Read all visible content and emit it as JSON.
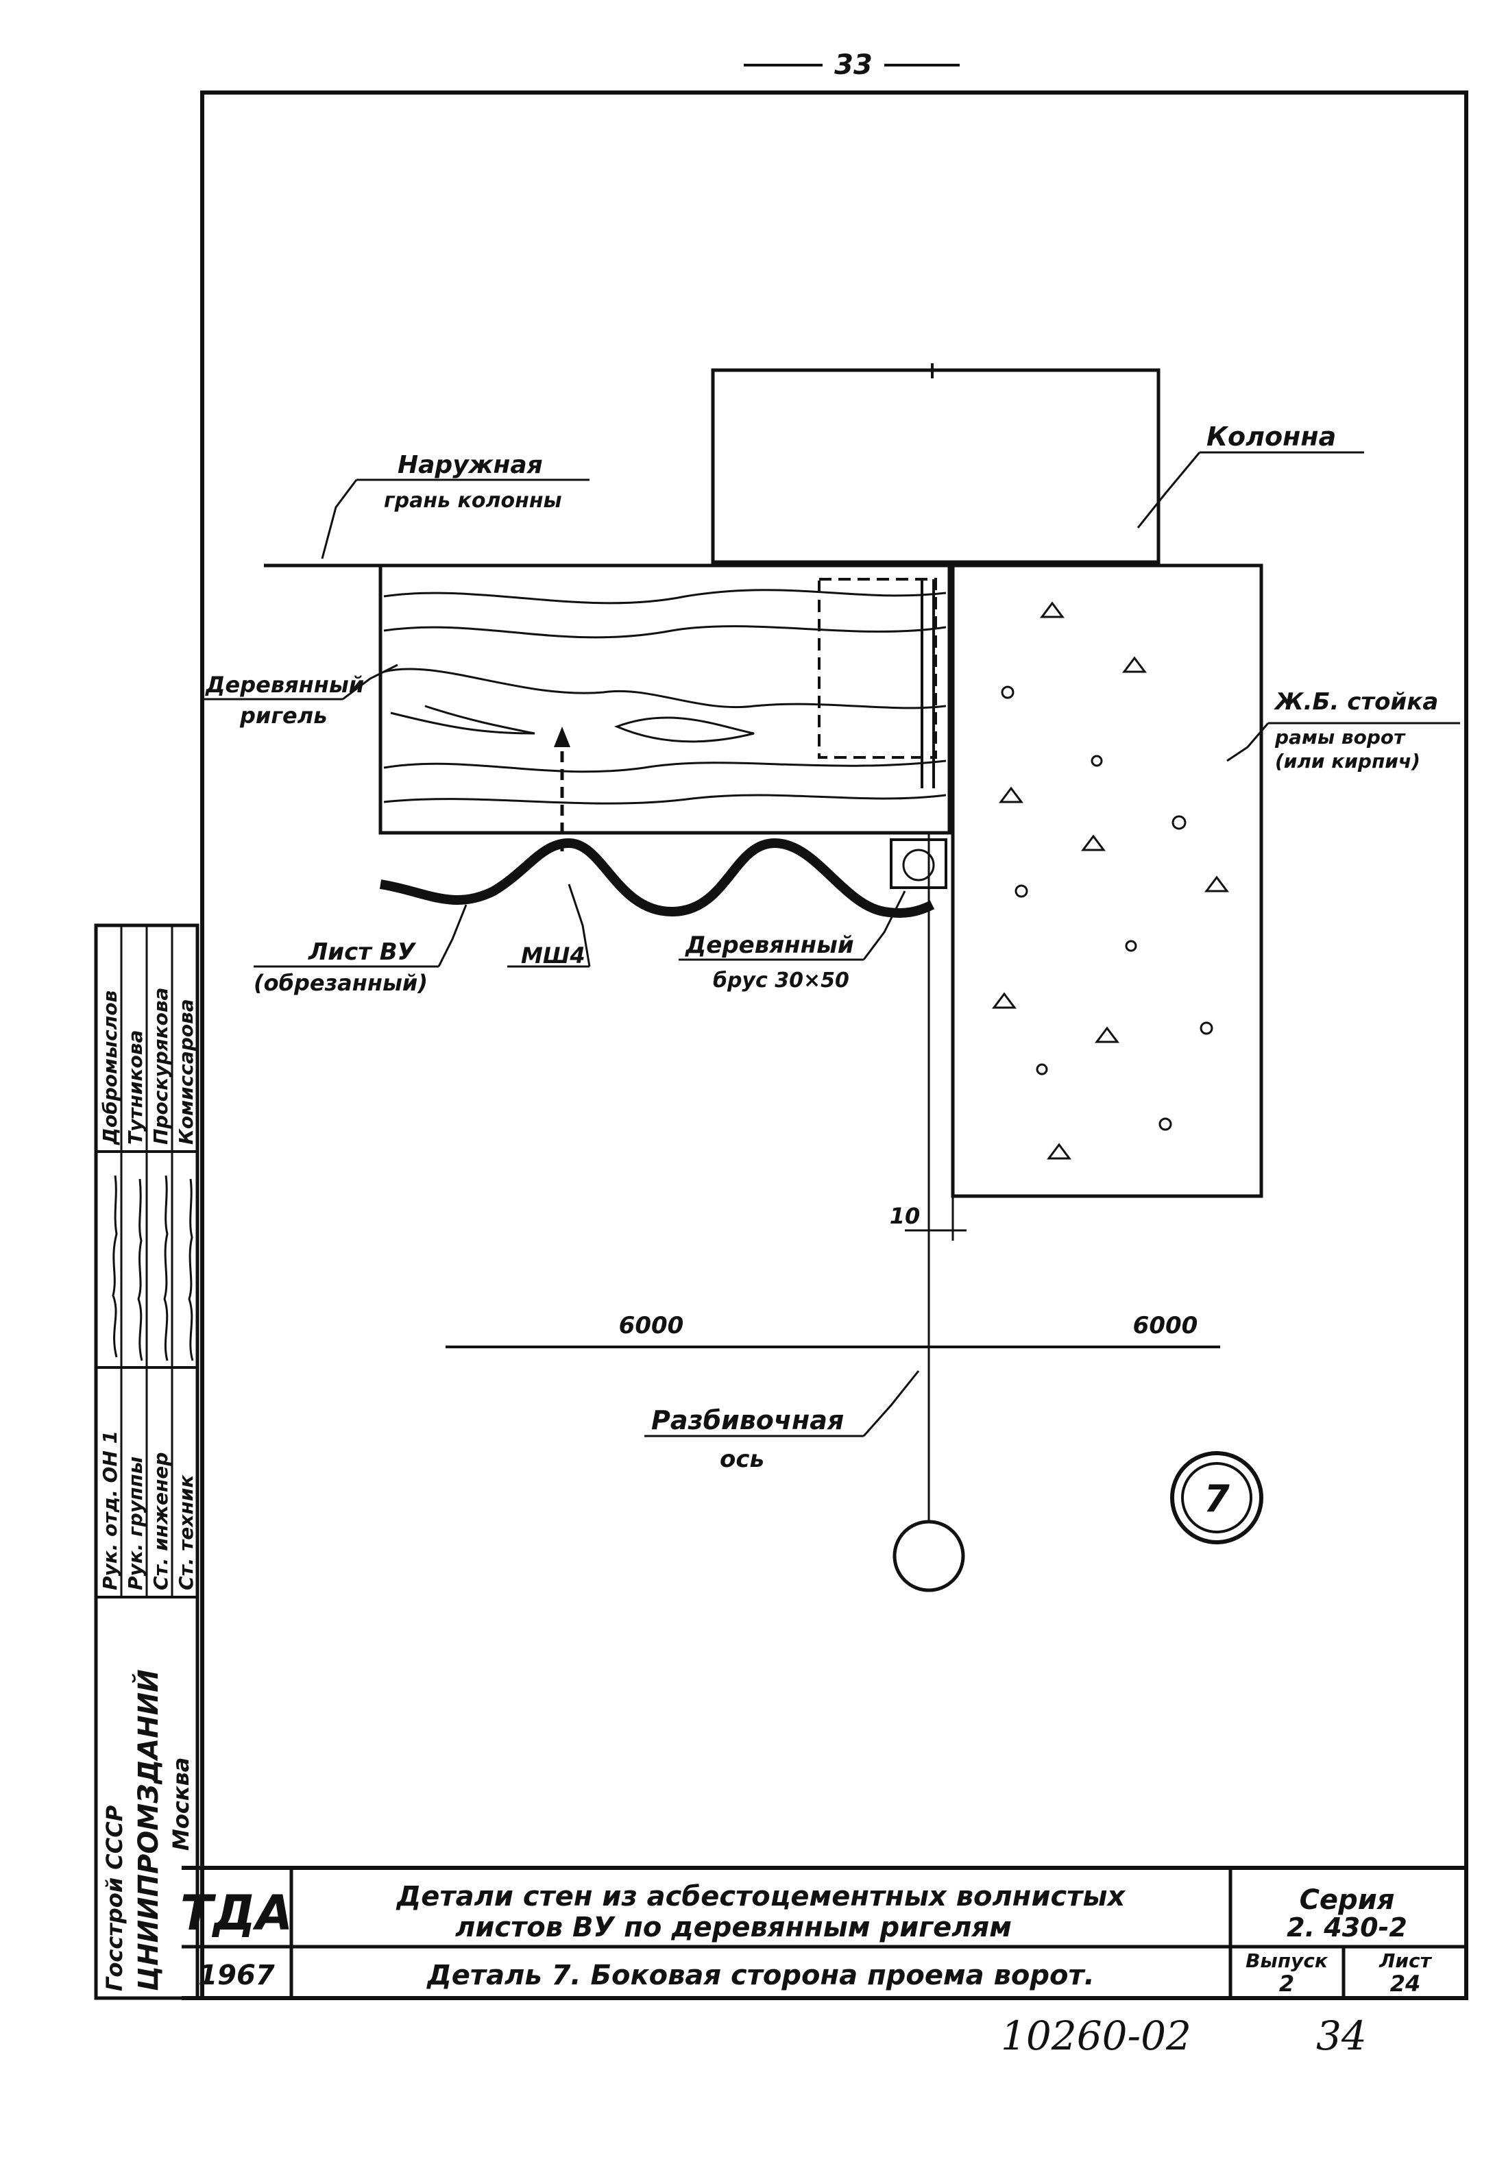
{
  "page_number": "33",
  "drawing": {
    "label_kolonna": "Колонна",
    "label_outer_face_1": "Наружная",
    "label_outer_face_2": "грань колонны",
    "label_wood_girder_1": "Деревянный",
    "label_wood_girder_2": "ригель",
    "label_rc_post_1": "Ж.Б. стойка",
    "label_rc_post_2": "рамы ворот",
    "label_rc_post_3": "(или кирпич)",
    "label_sheet_1": "Лист ВУ",
    "label_sheet_2": "(обрезанный)",
    "label_fastener": "МШ4",
    "label_wood_bar_1": "Деревянный",
    "label_wood_bar_2": "брус 30×50",
    "dim_gap": "10",
    "dim_left": "6000",
    "dim_right": "6000",
    "label_axis_1": "Разбивочная",
    "label_axis_2": "ось",
    "detail_number": "7"
  },
  "side_stamp": {
    "org_line_1": "Госстрой СССР",
    "org_line_2": "ЦНИИПРОМЗДАНИЙ",
    "org_line_3": "Москва",
    "roles": [
      "Рук. отд. ОН 1",
      "Рук. группы",
      "Ст. инженер",
      "Ст. техник"
    ],
    "names": [
      "Добромыслов",
      "Тутникова",
      "Проскурякова",
      "Комиссарова"
    ]
  },
  "title_block": {
    "org_code": "ТДА",
    "year": "1967",
    "title_line_1": "Детали стен из асбестоцементных волнистых",
    "title_line_2": "листов ВУ по деревянным ригелям",
    "subtitle": "Деталь 7. Боковая сторона проема ворот.",
    "series_label": "Серия",
    "series_value": "2. 430-2",
    "issue_label": "Выпуск",
    "issue_value": "2",
    "sheet_label": "Лист",
    "sheet_value": "24"
  },
  "handwritten": {
    "doc_number": "10260-02",
    "page_total": "34"
  }
}
